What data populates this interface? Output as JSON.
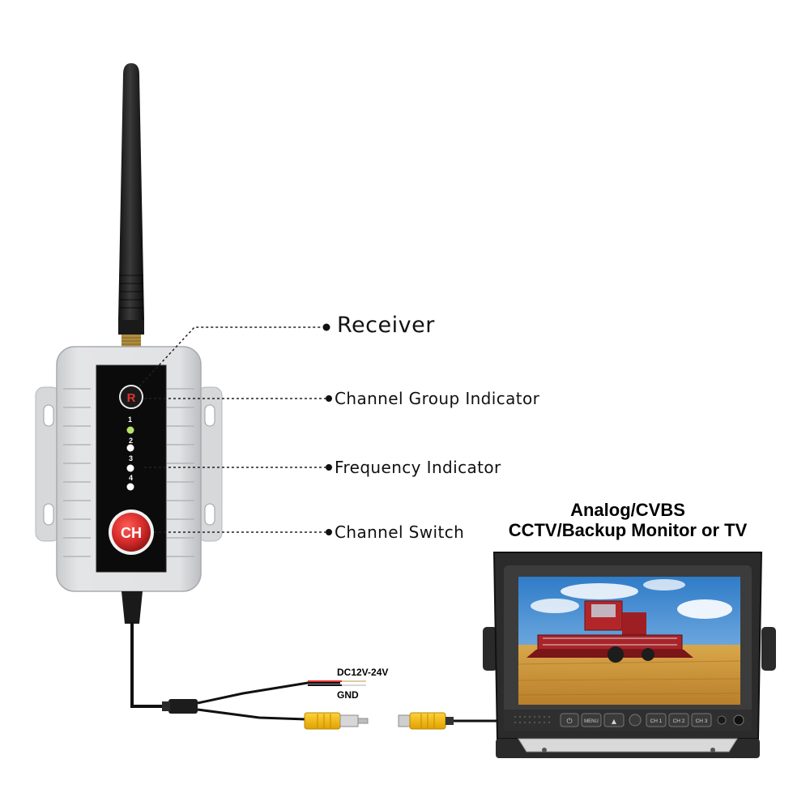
{
  "callouts": {
    "receiver": "Receiver",
    "channel_group": "Channel Group Indicator",
    "frequency": "Frequency Indicator",
    "channel_switch": "Channel Switch"
  },
  "receiver_unit": {
    "reset_button_label": "R",
    "freq_leds": [
      "1",
      "2",
      "3",
      "4"
    ],
    "active_led_color": "#b9e26a",
    "ch_button_label": "CH",
    "button_color": "#d42a2a"
  },
  "wires": {
    "power_label": "DC12V-24V",
    "ground_label": "GND",
    "rca_color": "#f5b700"
  },
  "monitor": {
    "title_line1": "Analog/CVBS",
    "title_line2": "CCTV/Backup Monitor or TV",
    "buttons": [
      "MENU",
      "CH 1",
      "CH 2",
      "CH 3"
    ]
  }
}
